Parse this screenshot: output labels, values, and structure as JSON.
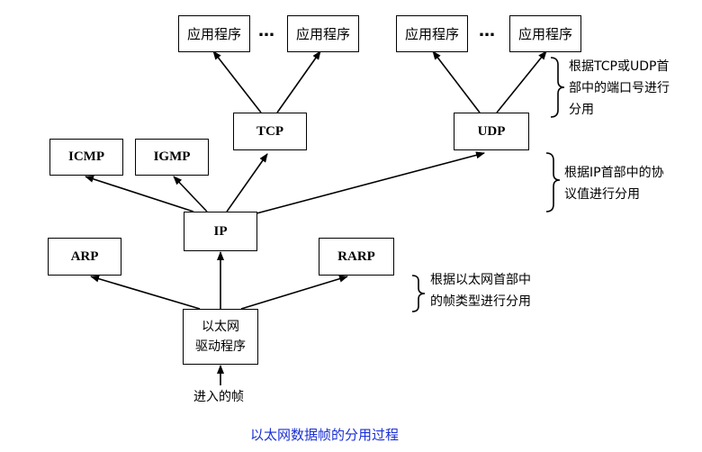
{
  "boxes": {
    "app1": "应用程序",
    "app2": "应用程序",
    "app3": "应用程序",
    "app4": "应用程序",
    "tcp": "TCP",
    "udp": "UDP",
    "icmp": "ICMP",
    "igmp": "IGMP",
    "ip": "IP",
    "arp": "ARP",
    "rarp": "RARP",
    "ethernet_line1": "以太网",
    "ethernet_line2": "驱动程序"
  },
  "ellipsis": "…",
  "incoming_label": "进入的帧",
  "notes": {
    "port_demux": [
      "根据TCP或UDP首",
      "部中的端口号进行",
      "分用"
    ],
    "ip_demux": [
      "根据IP首部中的协",
      "议值进行分用"
    ],
    "frame_demux": [
      "根据以太网首部中",
      "的帧类型进行分用"
    ]
  },
  "caption": "以太网数据帧的分用过程",
  "colors": {
    "caption": "#1a2fd6",
    "line": "#000000"
  }
}
